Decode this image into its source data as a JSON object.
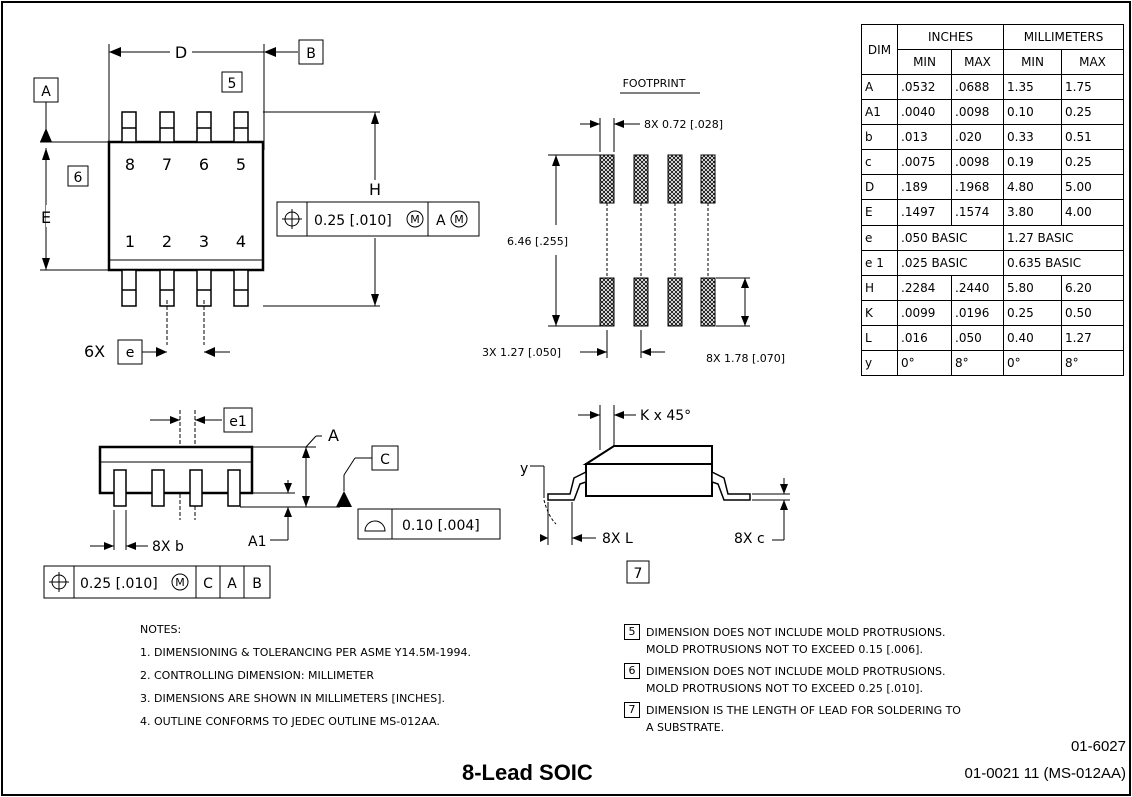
{
  "labels": {
    "D": "D",
    "B": "B",
    "A": "A",
    "five": "5",
    "six": "6",
    "E": "E",
    "H": "H",
    "pins_top": [
      "8",
      "7",
      "6",
      "5"
    ],
    "pins_bottom": [
      "1",
      "2",
      "3",
      "4"
    ],
    "six_x": "6X",
    "e": "e",
    "position_tol": "0.25 [.010]",
    "m": "M",
    "a_m": "A",
    "footprint": "FOOTPRINT",
    "fp_width": "8X 0.72 [.028]",
    "fp_height": "6.46 [.255]",
    "fp_pitch": "3X 1.27 [.050]",
    "fp_length": "8X 1.78 [.070]",
    "e1": "e1",
    "A_side": "A",
    "C": "C",
    "A1": "A1",
    "flatness": "0.10 [.004]",
    "b": "8X b",
    "bottom_fcf": [
      "0.25 [.010]",
      "C",
      "A",
      "B"
    ],
    "k45": "K x 45°",
    "y": "y",
    "L": "8X L",
    "c": "8X c",
    "seven": "7"
  },
  "table": {
    "header_dim": "DIM",
    "header_inches": "INCHES",
    "header_mm": "MILLIMETERS",
    "sub": [
      "MIN",
      "MAX",
      "MIN",
      "MAX"
    ],
    "rows": [
      [
        "A",
        ".0532",
        ".0688",
        "1.35",
        "1.75"
      ],
      [
        "A1",
        ".0040",
        ".0098",
        "0.10",
        "0.25"
      ],
      [
        "b",
        ".013",
        ".020",
        "0.33",
        "0.51"
      ],
      [
        "c",
        ".0075",
        ".0098",
        "0.19",
        "0.25"
      ],
      [
        "D",
        ".189",
        ".1968",
        "4.80",
        "5.00"
      ],
      [
        "E",
        ".1497",
        ".1574",
        "3.80",
        "4.00"
      ],
      [
        "e",
        ".050 BASIC",
        "",
        "1.27 BASIC",
        ""
      ],
      [
        "e 1",
        ".025 BASIC",
        "",
        "0.635 BASIC",
        ""
      ],
      [
        "H",
        ".2284",
        ".2440",
        "5.80",
        "6.20"
      ],
      [
        "K",
        ".0099",
        ".0196",
        "0.25",
        "0.50"
      ],
      [
        "L",
        ".016",
        ".050",
        "0.40",
        "1.27"
      ],
      [
        "y",
        "0°",
        "8°",
        "0°",
        "8°"
      ]
    ]
  },
  "notes": {
    "heading": "NOTES:",
    "items": [
      "1. DIMENSIONING & TOLERANCING PER ASME Y14.5M-1994.",
      "2. CONTROLLING DIMENSION: MILLIMETER",
      "3. DIMENSIONS ARE SHOWN IN MILLIMETERS [INCHES].",
      "4. OUTLINE CONFORMS TO JEDEC OUTLINE MS-012AA."
    ],
    "flagged": [
      {
        "num": "5",
        "line1": "DIMENSION DOES NOT INCLUDE MOLD PROTRUSIONS.",
        "line2": "MOLD PROTRUSIONS NOT TO EXCEED 0.15 [.006]."
      },
      {
        "num": "6",
        "line1": "DIMENSION DOES NOT INCLUDE MOLD PROTRUSIONS.",
        "line2": "MOLD PROTRUSIONS NOT TO EXCEED 0.25 [.010]."
      },
      {
        "num": "7",
        "line1": "DIMENSION IS THE LENGTH OF LEAD FOR SOLDERING TO",
        "line2": "A SUBSTRATE."
      }
    ]
  },
  "title": "8-Lead SOIC",
  "code_top": "01-6027",
  "code_bottom": "01-0021 11 (MS-012AA)"
}
